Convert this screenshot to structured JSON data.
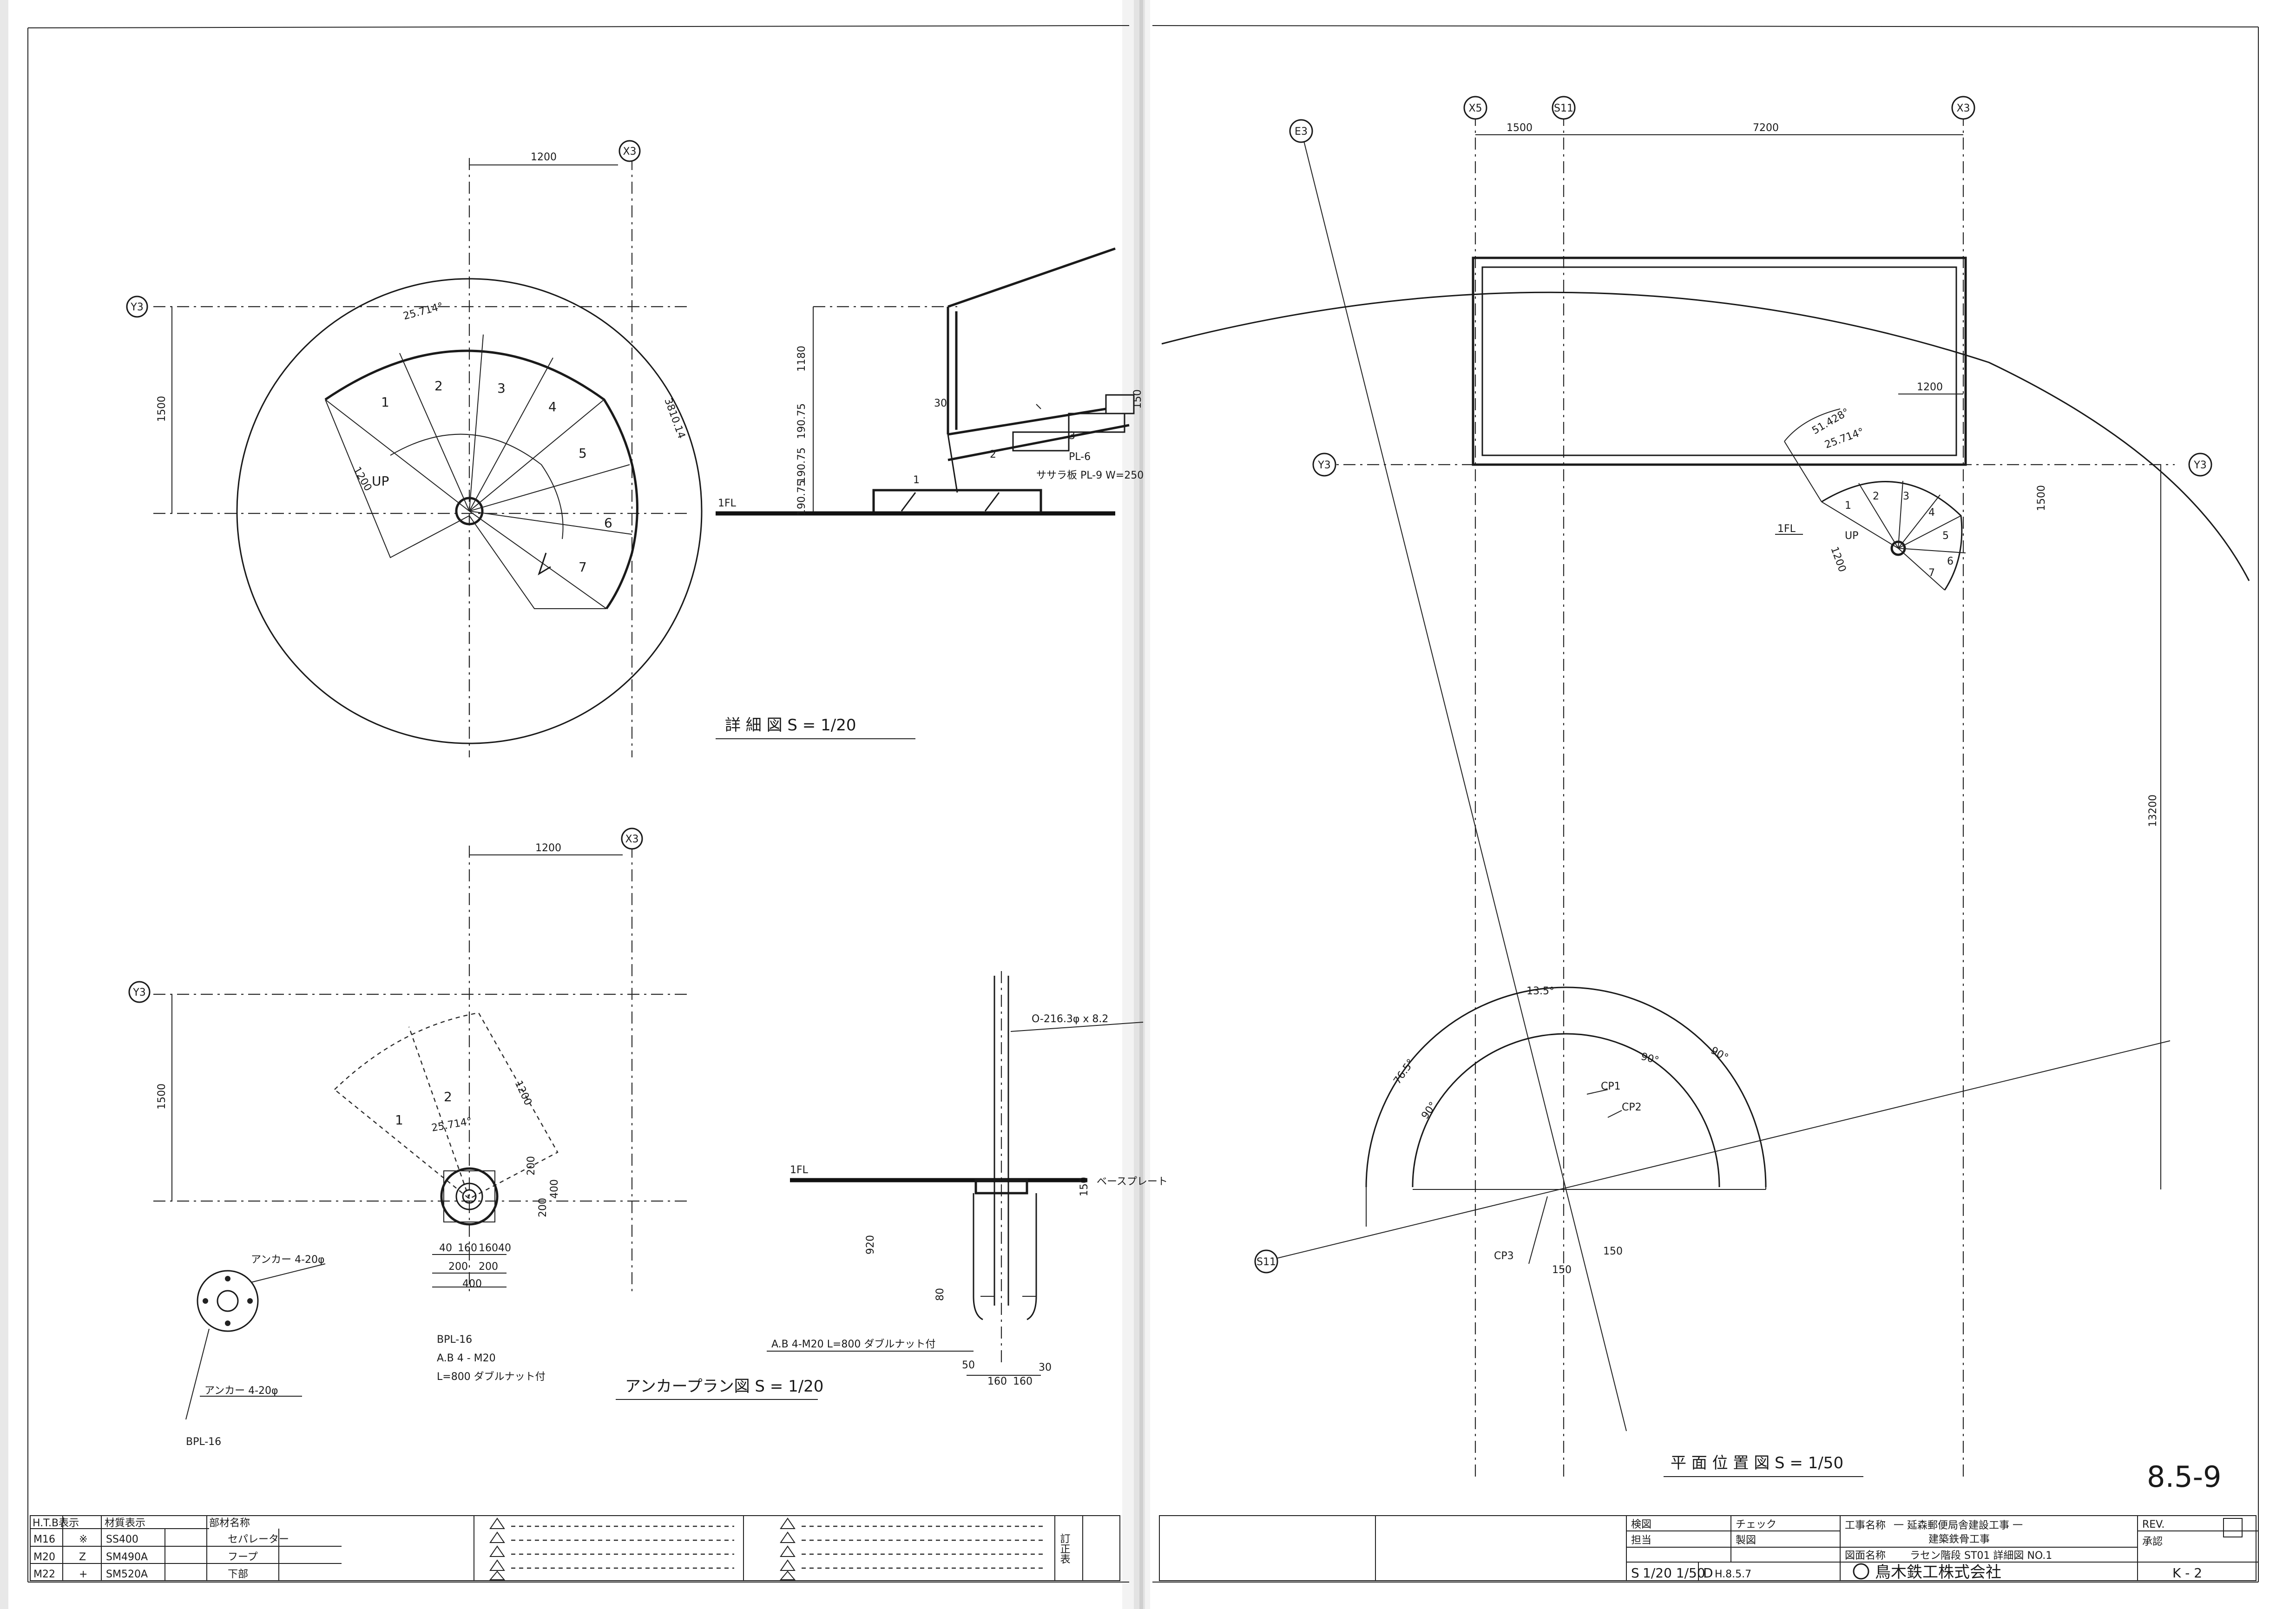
{
  "drawing": {
    "sheet_ref": "8.5-9",
    "views": {
      "detail_plan": {
        "grid_x": "X3",
        "grid_y": "Y3",
        "dims": [
          "1200",
          "1500",
          "1200",
          "25.714°",
          "3810.14"
        ],
        "steps": [
          "1",
          "2",
          "3",
          "4",
          "5",
          "6",
          "7"
        ],
        "up": "UP"
      },
      "detail_caption": "詳 細 図  S = 1/20",
      "section": {
        "dims": [
          "1180",
          "190.75",
          "190.75",
          "190.75",
          "150"
        ],
        "labels": [
          "PL-6",
          "ササラ板 PL-9 W=250",
          "1FL",
          "30"
        ],
        "steps": [
          "1",
          "2",
          "3"
        ]
      },
      "anchor_plan": {
        "grid_x": "X3",
        "grid_y": "Y3",
        "dims": [
          "1200",
          "1500",
          "1200",
          "25.714°",
          "40",
          "160",
          "160",
          "40",
          "200",
          "200",
          "400",
          "200",
          "200",
          "400"
        ],
        "steps": [
          "1",
          "2"
        ],
        "small_labels": [
          "アンカー 4-20φ",
          "BPL-16"
        ],
        "notes": [
          "BPL-16",
          "A.B 4 - M20",
          "L=800 ダブルナット付"
        ]
      },
      "anchor_caption": "アンカープラン図  S = 1/20",
      "column_section": {
        "labels": [
          "O-216.3φ x 8.2",
          "1FL",
          "A.B 4-M20 L=800 ダブルナット付",
          "ベースプレート"
        ],
        "dims": [
          "920",
          "80",
          "150",
          "50",
          "160",
          "160",
          "30"
        ]
      },
      "overall_plan": {
        "grid": [
          "X5",
          "S11",
          "X3",
          "E3",
          "Y3",
          "Y3",
          "S11"
        ],
        "dims": [
          "1500",
          "7200",
          "1200",
          "1500",
          "13200",
          "51.428°",
          "25.714°",
          "1200",
          "150",
          "150"
        ],
        "angles": [
          "76.5°",
          "13.5°",
          "90°",
          "90°",
          "90°"
        ],
        "cp": [
          "CP1",
          "CP2",
          "CP3"
        ],
        "steps": [
          "1",
          "2",
          "3",
          "4",
          "5",
          "6",
          "7"
        ],
        "up": "UP",
        "fl": "1FL"
      },
      "overall_caption": "平 面 位 置 図  S = 1/50"
    }
  },
  "spec_table": {
    "headers": [
      "H.T.B表示",
      "材質表示",
      "部材名称"
    ],
    "rows": [
      {
        "bolt": "M16",
        "sym": "※",
        "mat": "SS400",
        "part": "セパレーター"
      },
      {
        "bolt": "M20",
        "sym": "Z",
        "mat": "SM490A",
        "part": "フープ"
      },
      {
        "bolt": "M22",
        "sym": "+",
        "mat": "SM520A",
        "part": "下部"
      }
    ],
    "revision_side": "訂正表"
  },
  "title_block": {
    "checked_label": "検図",
    "check_label": "チェック",
    "drawn_label": "担当",
    "drawing_label": "製図",
    "scale_label": "S",
    "scale_value": "1/20 1/50",
    "date_label": "D",
    "date_value": "H.8.5.7",
    "project_label": "工事名称",
    "project_name": "一 延森郵便局舎建設工事 一",
    "project_sub": "建築鉄骨工事",
    "drawing_name_label": "図面名称",
    "drawing_name": "ラセン階段 ST01 詳細図 NO.1",
    "company": "鳥木鉄工株式会社",
    "rev_label": "REV.",
    "approve_label": "承認",
    "sheet_no": "K - 2"
  }
}
